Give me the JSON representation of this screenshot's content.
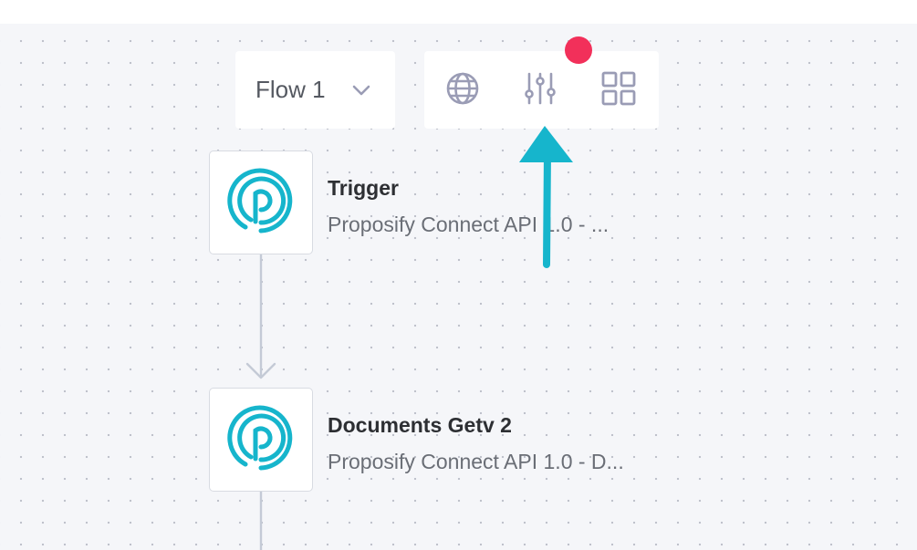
{
  "toolbar": {
    "flow_select": {
      "value": "Flow 1",
      "icon": "chevron-down-icon"
    },
    "buttons": [
      {
        "icon": "globe-icon"
      },
      {
        "icon": "sliders-icon"
      },
      {
        "icon": "grid-icon"
      }
    ],
    "notification_dot_color": "#f2305a"
  },
  "callout_arrow_color": "#16b5cc",
  "flow": {
    "nodes": [
      {
        "title": "Trigger",
        "subtitle": "Proposify Connect API 1.0 - ...",
        "icon": "proposify-logo-icon"
      },
      {
        "title": "Documents Getv 2",
        "subtitle": "Proposify Connect API 1.0 - D...",
        "icon": "proposify-logo-icon"
      }
    ]
  },
  "colors": {
    "canvas_background": "#f5f6f9",
    "brand_teal": "#16b5cc",
    "connector": "#c4cad6",
    "icon_gray": "#9a9cb5"
  }
}
